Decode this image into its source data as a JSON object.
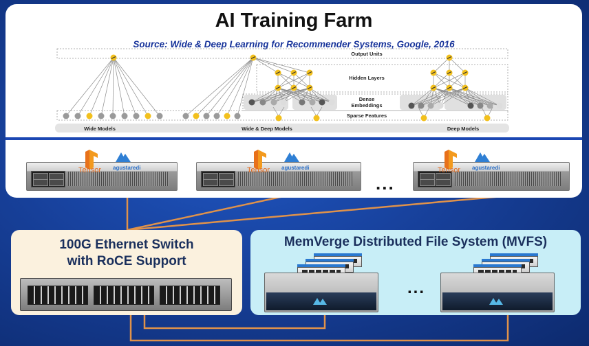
{
  "header": {
    "title": "AI Training Farm",
    "source": "Source: Wide & Deep Learning for Recommender Systems, Google, 2016"
  },
  "diagram": {
    "layer_labels": {
      "output": "Output Units",
      "hidden": "Hidden Layers",
      "dense_line1": "Dense",
      "dense_line2": "Embeddings",
      "sparse": "Sparse Features"
    },
    "model_labels": {
      "wide": "Wide Models",
      "wide_deep": "Wide & Deep Models",
      "deep": "Deep Models"
    }
  },
  "servers": {
    "tensor_label": "Tensor",
    "agent_label": "agustaredi",
    "ellipsis": "..."
  },
  "network": {
    "switch_title_line1": "100G Ethernet Switch",
    "switch_title_line2": "with RoCE Support"
  },
  "storage": {
    "title": "MemVerge Distributed File System (MVFS)",
    "ellipsis": "..."
  },
  "colors": {
    "background": "#17409a",
    "cable": "#e0924a",
    "switch_panel": "#fbf1de",
    "fs_panel": "#c8eef7",
    "neuron_gold": "#f2c01d",
    "divider": "#1b47b3"
  }
}
